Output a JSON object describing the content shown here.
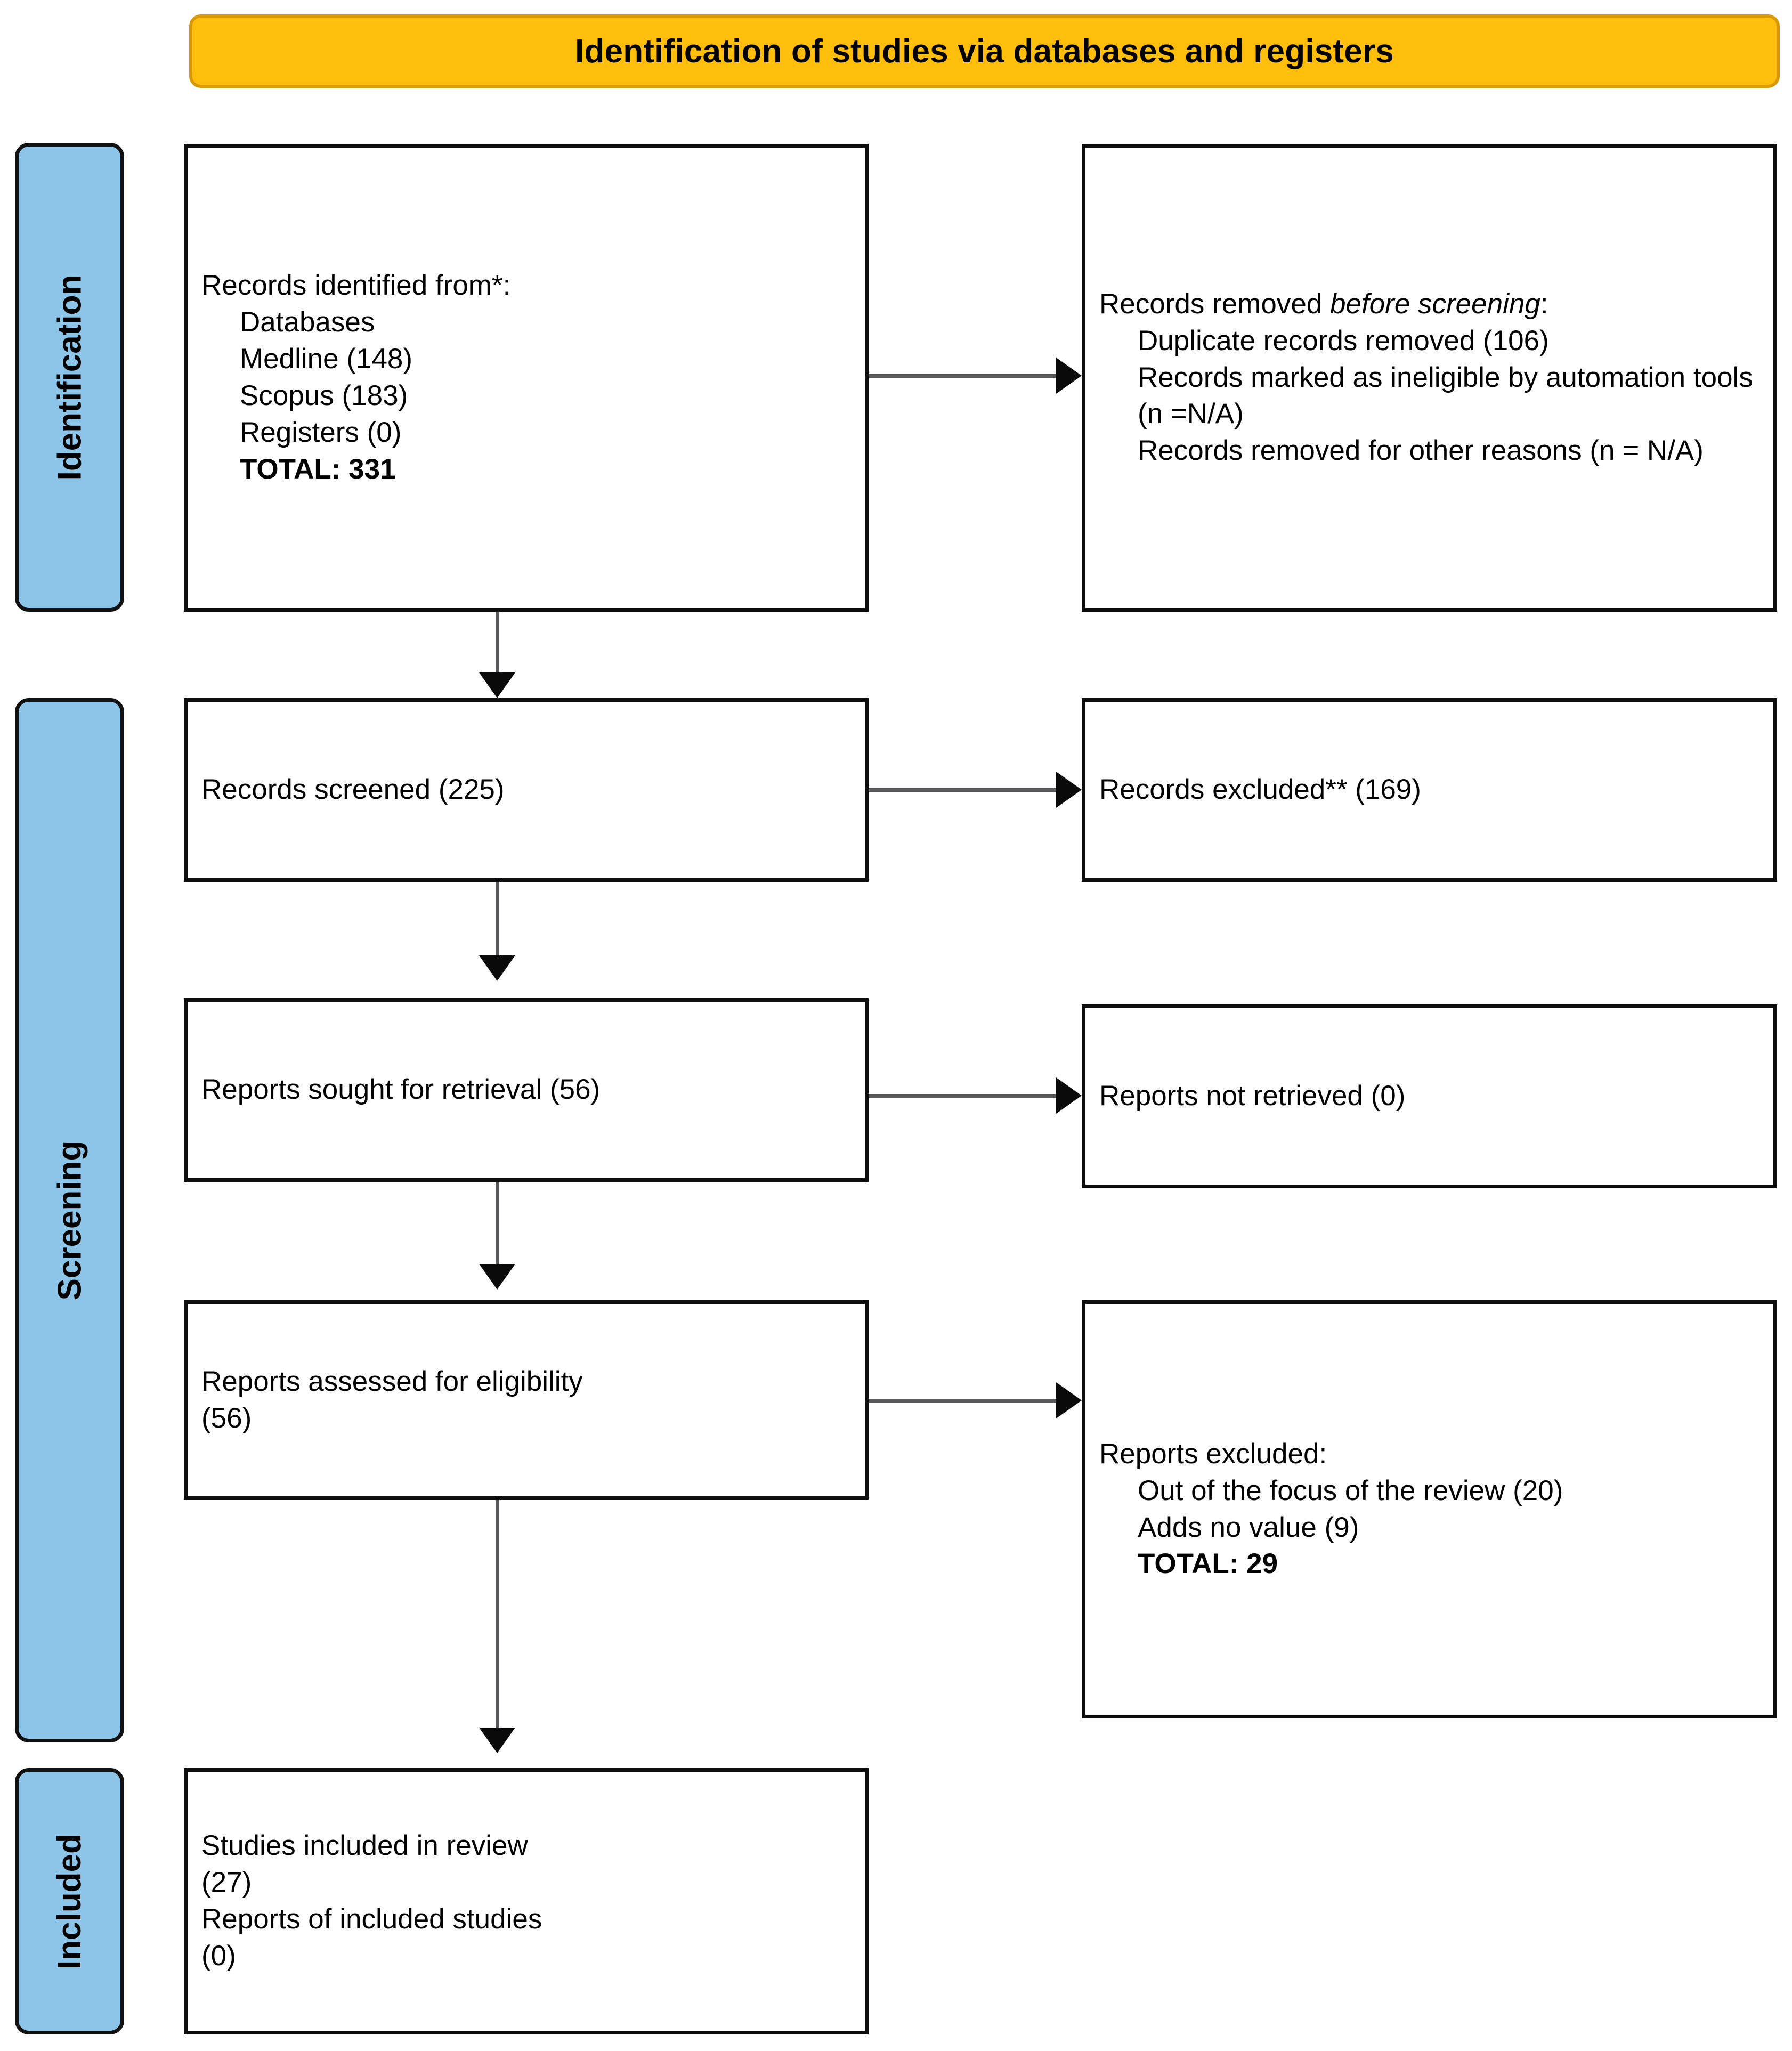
{
  "banner": {
    "title": "Identification of studies via databases and registers",
    "fill_color": "#FFBE0B",
    "border_color": "#D79A00"
  },
  "phases": [
    {
      "label": "Identification",
      "fill_color": "#8CC5E8"
    },
    {
      "label": "Screening",
      "fill_color": "#8CC5E8"
    },
    {
      "label": "Included",
      "fill_color": "#8CC5E8"
    }
  ],
  "boxes": {
    "identified": {
      "lines": [
        "Records identified from*:",
        "Databases",
        "Medline (148)",
        "Scopus (183)",
        "Registers (0)",
        "TOTAL: 331"
      ]
    },
    "removed_before_screening": {
      "lines": [
        "Records removed ",
        "before screening",
        ":",
        "Duplicate records removed (106)",
        "Records marked as ineligible by automation tools (n =N/A)",
        "Records removed for other reasons (n = N/A)"
      ],
      "line1_plain": "Records removed ",
      "line1_italic": "before screening",
      "line1_tail": ":"
    },
    "screened": {
      "text": "Records screened (225)"
    },
    "excluded": {
      "text": "Records excluded** (169)"
    },
    "sought": {
      "text": "Reports sought for retrieval (56)"
    },
    "not_retrieved": {
      "text": "Reports not retrieved (0)"
    },
    "assessed": {
      "lines": [
        "Reports assessed for eligibility",
        "(56)"
      ]
    },
    "reports_excluded": {
      "lines": [
        "Reports excluded:",
        "Out of the focus of the review (20)",
        "Adds no value (9)",
        "TOTAL: 29"
      ]
    },
    "included": {
      "lines": [
        "Studies included in review",
        "(27)",
        "Reports of included studies",
        "(0)"
      ]
    }
  },
  "chart_data": {
    "type": "diagram",
    "title": "Identification of studies via databases and registers",
    "nodes": [
      {
        "id": "identified",
        "phase": "Identification",
        "column": "left",
        "label": "Records identified from*",
        "values": {
          "Medline": 148,
          "Scopus": 183,
          "Registers": 0,
          "TOTAL": 331
        }
      },
      {
        "id": "removed_before_screening",
        "phase": "Identification",
        "column": "right",
        "label": "Records removed before screening",
        "values": {
          "Duplicate records removed": 106,
          "Records marked as ineligible by automation tools": "N/A",
          "Records removed for other reasons": "N/A"
        }
      },
      {
        "id": "screened",
        "phase": "Screening",
        "column": "left",
        "label": "Records screened",
        "value": 225
      },
      {
        "id": "excluded",
        "phase": "Screening",
        "column": "right",
        "label": "Records excluded**",
        "value": 169
      },
      {
        "id": "sought",
        "phase": "Screening",
        "column": "left",
        "label": "Reports sought for retrieval",
        "value": 56
      },
      {
        "id": "not_retrieved",
        "phase": "Screening",
        "column": "right",
        "label": "Reports not retrieved",
        "value": 0
      },
      {
        "id": "assessed",
        "phase": "Screening",
        "column": "left",
        "label": "Reports assessed for eligibility",
        "value": 56
      },
      {
        "id": "reports_excluded",
        "phase": "Screening",
        "column": "right",
        "label": "Reports excluded",
        "values": {
          "Out of the focus of the review": 20,
          "Adds no value": 9,
          "TOTAL": 29
        }
      },
      {
        "id": "included",
        "phase": "Included",
        "column": "left",
        "label": "Studies included in review / Reports of included studies",
        "values": {
          "Studies included in review": 27,
          "Reports of included studies": 0
        }
      }
    ],
    "edges": [
      {
        "from": "identified",
        "to": "removed_before_screening",
        "direction": "right"
      },
      {
        "from": "identified",
        "to": "screened",
        "direction": "down"
      },
      {
        "from": "screened",
        "to": "excluded",
        "direction": "right"
      },
      {
        "from": "screened",
        "to": "sought",
        "direction": "down"
      },
      {
        "from": "sought",
        "to": "not_retrieved",
        "direction": "right"
      },
      {
        "from": "sought",
        "to": "assessed",
        "direction": "down"
      },
      {
        "from": "assessed",
        "to": "reports_excluded",
        "direction": "right"
      },
      {
        "from": "assessed",
        "to": "included",
        "direction": "down"
      }
    ]
  }
}
